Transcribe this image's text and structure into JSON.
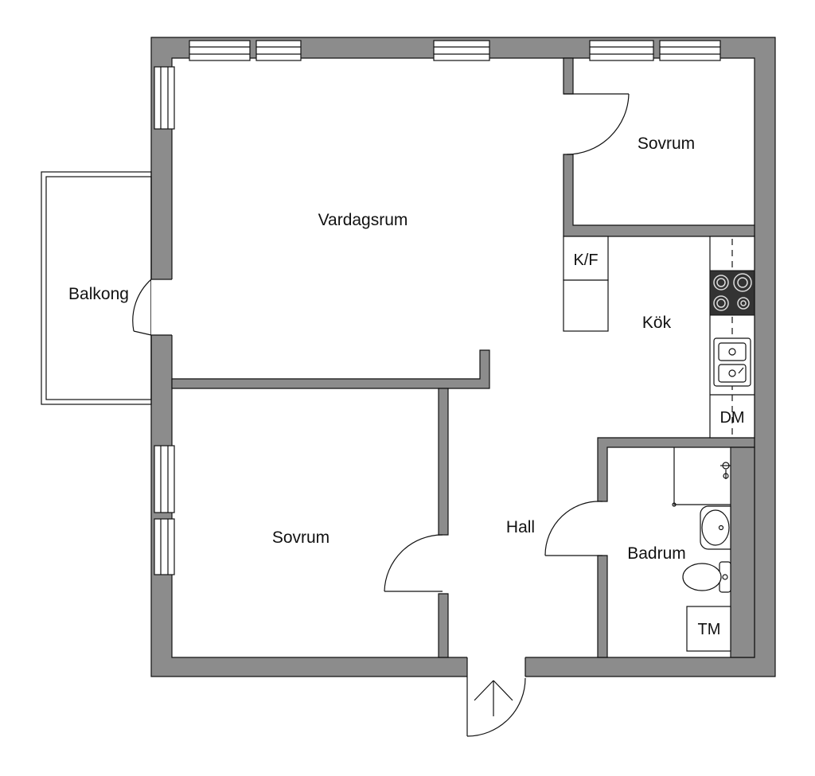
{
  "rooms": {
    "living_room": "Vardagsrum",
    "bedroom_top": "Sovrum",
    "bedroom_bottom": "Sovrum",
    "balcony": "Balkong",
    "kitchen": "Kök",
    "hall": "Hall",
    "bathroom": "Badrum"
  },
  "fixtures": {
    "fridge_freezer": "K/F",
    "dishwasher": "DM",
    "washing_machine": "TM"
  },
  "colors": {
    "wall": "#8c8c8c",
    "line": "#111111",
    "stove": "#333333"
  }
}
